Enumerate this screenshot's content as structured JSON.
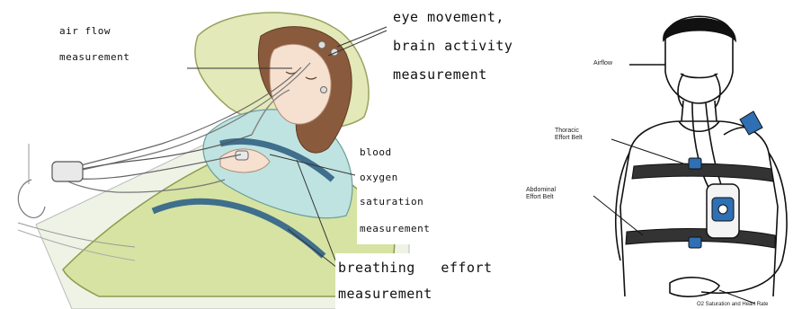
{
  "left_panel": {
    "labels": {
      "air_flow": "air flow",
      "air_flow_2": "measurement",
      "eye_1": "eye movement,",
      "eye_2": "brain activity",
      "eye_3": "measurement",
      "blood_1": "blood",
      "blood_2": "oxygen",
      "blood_3": "saturation",
      "blood_4": "measurement",
      "breath_1": "breathing   effort",
      "breath_2": "measurement"
    }
  },
  "right_panel": {
    "labels": {
      "airflow": "Airflow",
      "thoracic_1": "Thoracic",
      "thoracic_2": "Effort Belt",
      "abdominal_1": "Abdominal",
      "abdominal_2": "Effort Belt",
      "bottom": "O2 Saturation and Heart Rate"
    }
  },
  "colors": {
    "belt_blue": "#3f6f8c",
    "sensor_blue": "#2f6fb3",
    "blanket": "#d7e3a3",
    "gown": "#bfe3e0",
    "pillow": "#e3e9b8",
    "hair": "#8a5a3c",
    "skin": "#f6e0d0"
  }
}
